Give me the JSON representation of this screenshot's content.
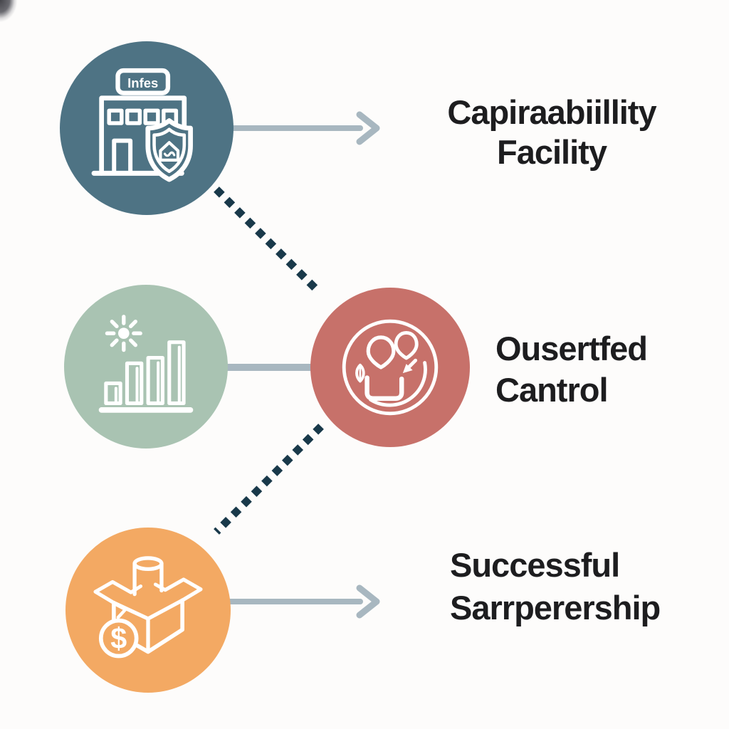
{
  "colors": {
    "background": "#fdfcfb",
    "node_facility": "#4e7384",
    "node_growth": "#a9c3b2",
    "node_people": "#c7716a",
    "node_box": "#f3a963",
    "connector": "#a8b7c0",
    "dotted": "#19394a",
    "label_text": "#1d1d1f",
    "icon_stroke": "#ffffff"
  },
  "nodes": {
    "facility": {
      "icon": "building-shield-icon",
      "sign_text": "Infes"
    },
    "growth": {
      "icon": "bar-chart-sun-icon"
    },
    "people": {
      "icon": "people-cycle-icon"
    },
    "box": {
      "icon": "box-dollar-icon",
      "coin_symbol": "$"
    }
  },
  "labels": {
    "capability": {
      "line1": "Capiraabiillity",
      "line2": "Facility"
    },
    "control": {
      "line1": "Ousertfed",
      "line2": "Cantrol"
    },
    "partnership": {
      "line1": "Successful",
      "line2": "Sarrperership"
    }
  }
}
